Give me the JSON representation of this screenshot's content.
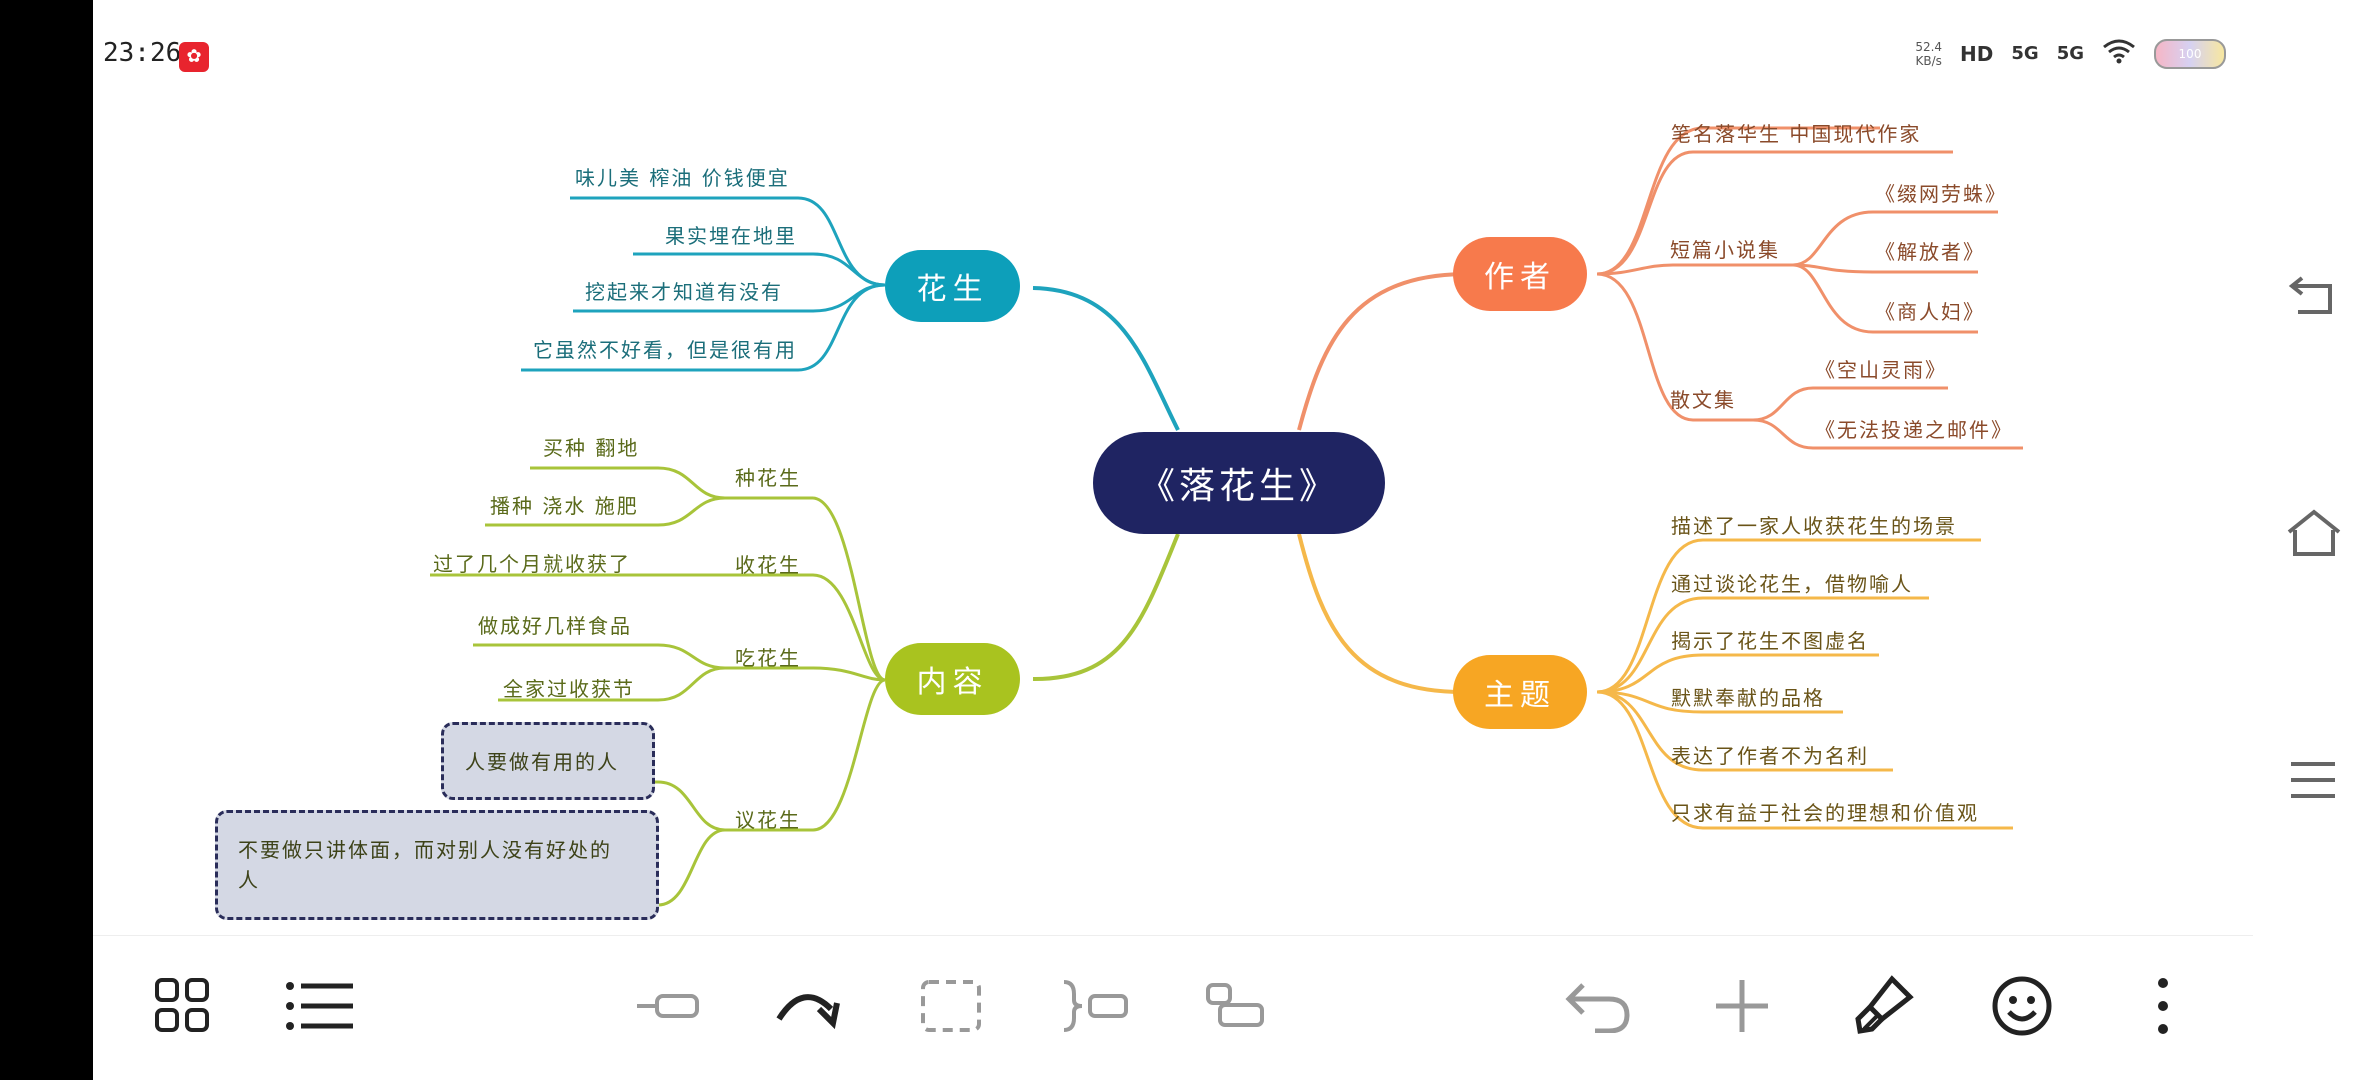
{
  "status_bar": {
    "time": "23:26",
    "net_speed_value": "52.4",
    "net_speed_unit": "KB/s",
    "hd_label": "HD",
    "signal_1": "5G",
    "signal_2": "5G",
    "battery_level": "100"
  },
  "mindmap": {
    "root": "《落花生》",
    "branches": {
      "peanut": {
        "label": "花生",
        "items": [
          "味儿美 榨油 价钱便宜",
          "果实埋在地里",
          "挖起来才知道有没有",
          "它虽然不好看，但是很有用"
        ]
      },
      "content": {
        "label": "内容",
        "groups": [
          {
            "label": "种花生",
            "items": [
              "买种 翻地",
              "播种 浇水 施肥"
            ]
          },
          {
            "label": "收花生",
            "items": [
              "过了几个月就收获了"
            ]
          },
          {
            "label": "吃花生",
            "items": [
              "做成好几样食品",
              "全家过收获节"
            ]
          },
          {
            "label": "议花生",
            "items": [
              "人要做有用的人",
              "不要做只讲体面，而对别人没有好处的人"
            ]
          }
        ]
      },
      "author": {
        "label": "作者",
        "pen_name": "笔名落华生  中国现代作家",
        "short_stories": {
          "label": "短篇小说集",
          "items": [
            "《缀网劳蛛》",
            "《解放者》",
            "《商人妇》"
          ]
        },
        "essays": {
          "label": "散文集",
          "items": [
            "《空山灵雨》",
            "《无法投递之邮件》"
          ]
        }
      },
      "theme": {
        "label": "主题",
        "items": [
          "描述了一家人收获花生的场景",
          "通过谈论花生，借物喻人",
          "揭示了花生不图虚名",
          "默默奉献的品格",
          "表达了作者不为名利",
          "只求有益于社会的理想和价值观"
        ]
      }
    }
  },
  "colors": {
    "root": "#1f2462",
    "peanut": "#0d9fba",
    "content": "#a9c31f",
    "author": "#f77a4c",
    "theme": "#f7a623",
    "peanut_line": "#1ea3bd",
    "content_line": "#a8c43a",
    "author_line": "#f0906a",
    "theme_line": "#f5b84a"
  },
  "toolbar": {
    "layout_icon": "grid-icon",
    "outline_icon": "list-icon",
    "sibling_icon": "add-sibling-icon",
    "redo_icon": "redo-icon",
    "boundary_icon": "boundary-icon",
    "summary_icon": "summary-icon",
    "child_icon": "add-child-icon",
    "undo_icon": "undo-icon",
    "add_icon": "plus-icon",
    "style_icon": "brush-icon",
    "sticker_icon": "emoji-icon",
    "more_icon": "more-icon"
  },
  "nav": {
    "back_icon": "back-icon",
    "home_icon": "home-icon",
    "menu_icon": "menu-icon"
  }
}
